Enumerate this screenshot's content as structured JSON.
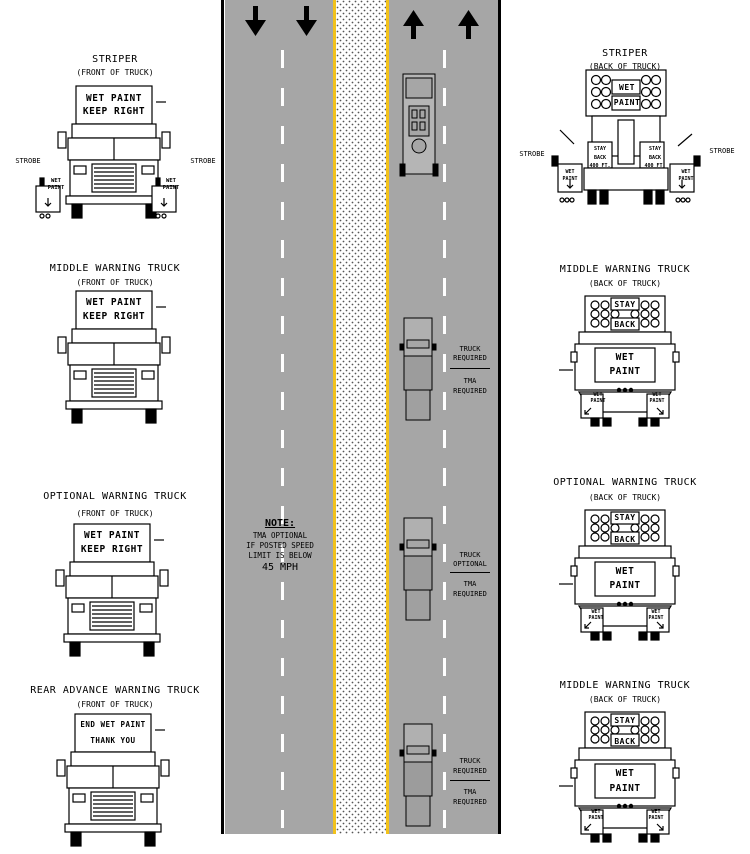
{
  "left_trucks": [
    {
      "title": "STRIPER",
      "view": "(FRONT OF TRUCK)",
      "sign": [
        "WET PAINT",
        "KEEP RIGHT"
      ],
      "strobe_left": "STROBE",
      "strobe_right": "STROBE",
      "panel": [
        "WET",
        "PAINT"
      ]
    },
    {
      "title": "MIDDLE WARNING TRUCK",
      "view": "(FRONT OF TRUCK)",
      "sign": [
        "WET PAINT",
        "KEEP RIGHT"
      ]
    },
    {
      "title": "OPTIONAL WARNING TRUCK",
      "view": "(FRONT OF TRUCK)",
      "sign": [
        "WET PAINT",
        "KEEP RIGHT"
      ]
    },
    {
      "title": "REAR ADVANCE WARNING TRUCK",
      "view": "(FRONT OF TRUCK)",
      "sign": [
        "END WET PAINT",
        "THANK YOU"
      ]
    }
  ],
  "right_trucks": [
    {
      "title": "STRIPER",
      "view": "(BACK OF TRUCK)",
      "sign": [
        "WET",
        "PAINT"
      ],
      "strobe_left": "STROBE",
      "strobe_right": "STROBE",
      "panel": [
        "WET",
        "PAINT"
      ],
      "stay": [
        "STAY",
        "BACK",
        "400 FT."
      ]
    },
    {
      "title": "MIDDLE WARNING TRUCK",
      "view": "(BACK OF TRUCK)",
      "arrow_board": [
        "STAY",
        "BACK"
      ],
      "sign": [
        "WET",
        "PAINT"
      ],
      "panel": [
        "WET",
        "PAINT"
      ]
    },
    {
      "title": "OPTIONAL WARNING TRUCK",
      "view": "(BACK OF TRUCK)",
      "arrow_board": [
        "STAY",
        "BACK"
      ],
      "sign": [
        "WET",
        "PAINT"
      ],
      "panel": [
        "WET",
        "PAINT"
      ]
    },
    {
      "title": "MIDDLE WARNING TRUCK",
      "view": "(BACK OF TRUCK)",
      "arrow_board": [
        "STAY",
        "BACK"
      ],
      "sign": [
        "WET",
        "PAINT"
      ],
      "panel": [
        "WET",
        "PAINT"
      ]
    }
  ],
  "road_labels": [
    {
      "top": "TRUCK",
      "bottom": "REQUIRED",
      "tma": "TMA",
      "tma2": "REQUIRED"
    },
    {
      "top": "TRUCK",
      "bottom": "OPTIONAL",
      "tma": "TMA",
      "tma2": "REQUIRED"
    },
    {
      "top": "TRUCK",
      "bottom": "REQUIRED",
      "tma": "TMA",
      "tma2": "REQUIRED"
    }
  ],
  "note": {
    "heading": "NOTE:",
    "line1": "TMA OPTIONAL",
    "line2": "IF POSTED SPEED",
    "line3": "LIMIT IS BELOW",
    "line4": "45 MPH"
  },
  "colors": {
    "road": "#a6a6a6",
    "yellow": "#f2c21b",
    "median": "#ffffff"
  }
}
